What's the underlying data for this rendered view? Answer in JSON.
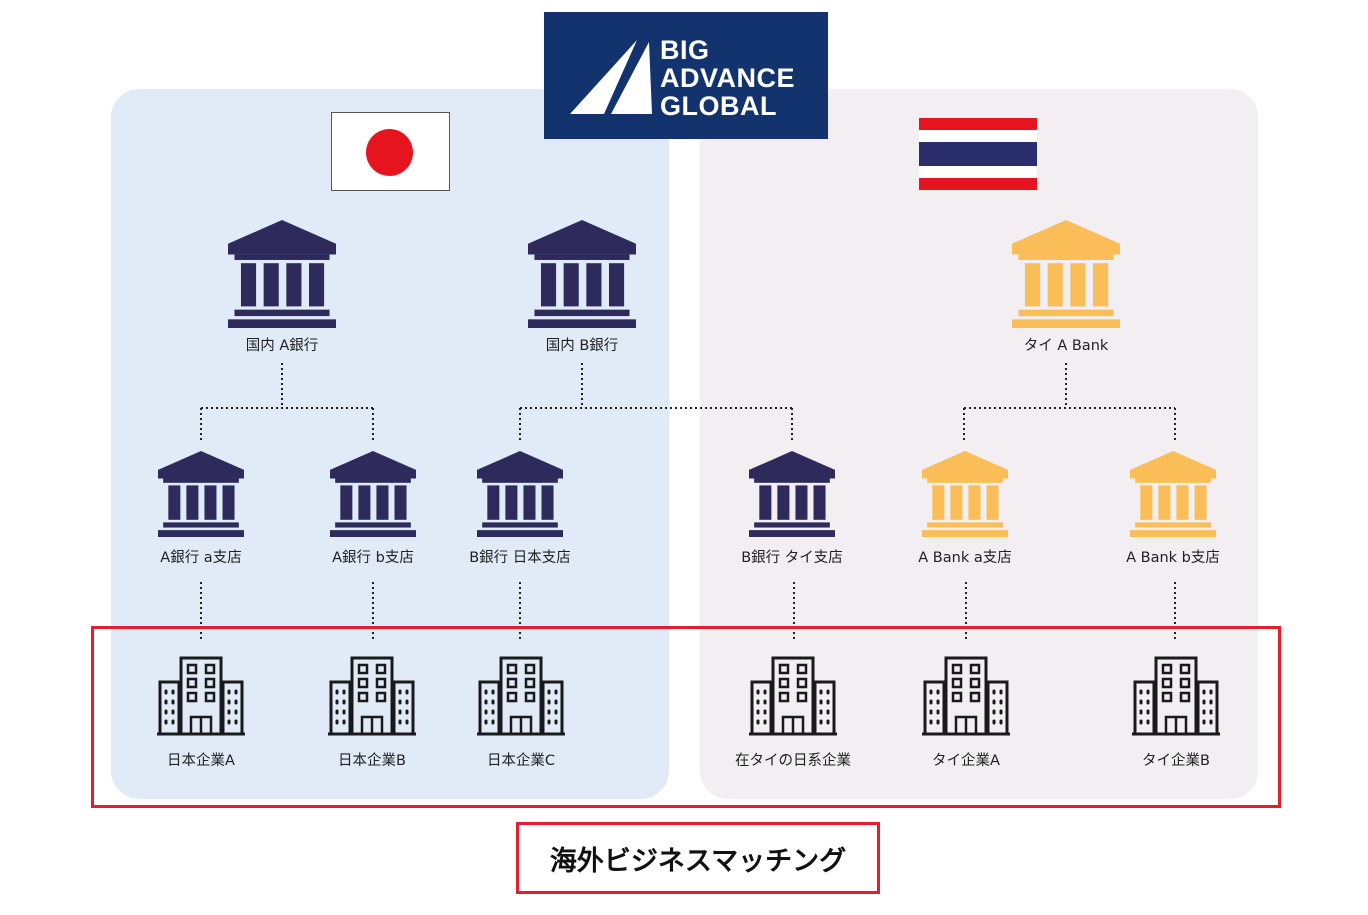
{
  "logo": {
    "lines": [
      "BIG",
      "ADVANCE",
      "GLOBAL"
    ],
    "background": "#12336d"
  },
  "colors": {
    "domestic_bank": "#2e2a5c",
    "thai_bank": "#fbbd57",
    "company": "#1a1a1a",
    "highlight": "#e0202e",
    "japan_panel": "#e1ebf8",
    "thai_panel": "#f2eef1"
  },
  "flags": {
    "left": "japan-flag-icon",
    "right": "thailand-flag-icon"
  },
  "head_banks": [
    {
      "label": "国内 A銀行",
      "color": "domestic"
    },
    {
      "label": "国内 B銀行",
      "color": "domestic"
    },
    {
      "label": "タイ A Bank",
      "color": "thai"
    }
  ],
  "branches": [
    {
      "label": "A銀行 a支店",
      "color": "domestic"
    },
    {
      "label": "A銀行 b支店",
      "color": "domestic"
    },
    {
      "label": "B銀行 日本支店",
      "color": "domestic"
    },
    {
      "label": "B銀行 タイ支店",
      "color": "domestic"
    },
    {
      "label": "A Bank a支店",
      "color": "thai"
    },
    {
      "label": "A Bank b支店",
      "color": "thai"
    }
  ],
  "companies": [
    {
      "label": "日本企業A"
    },
    {
      "label": "日本企業B"
    },
    {
      "label": "日本企業C"
    },
    {
      "label": "在タイの日系企業"
    },
    {
      "label": "タイ企業A"
    },
    {
      "label": "タイ企業B"
    }
  ],
  "matching": {
    "title": "海外ビジネスマッチング"
  }
}
